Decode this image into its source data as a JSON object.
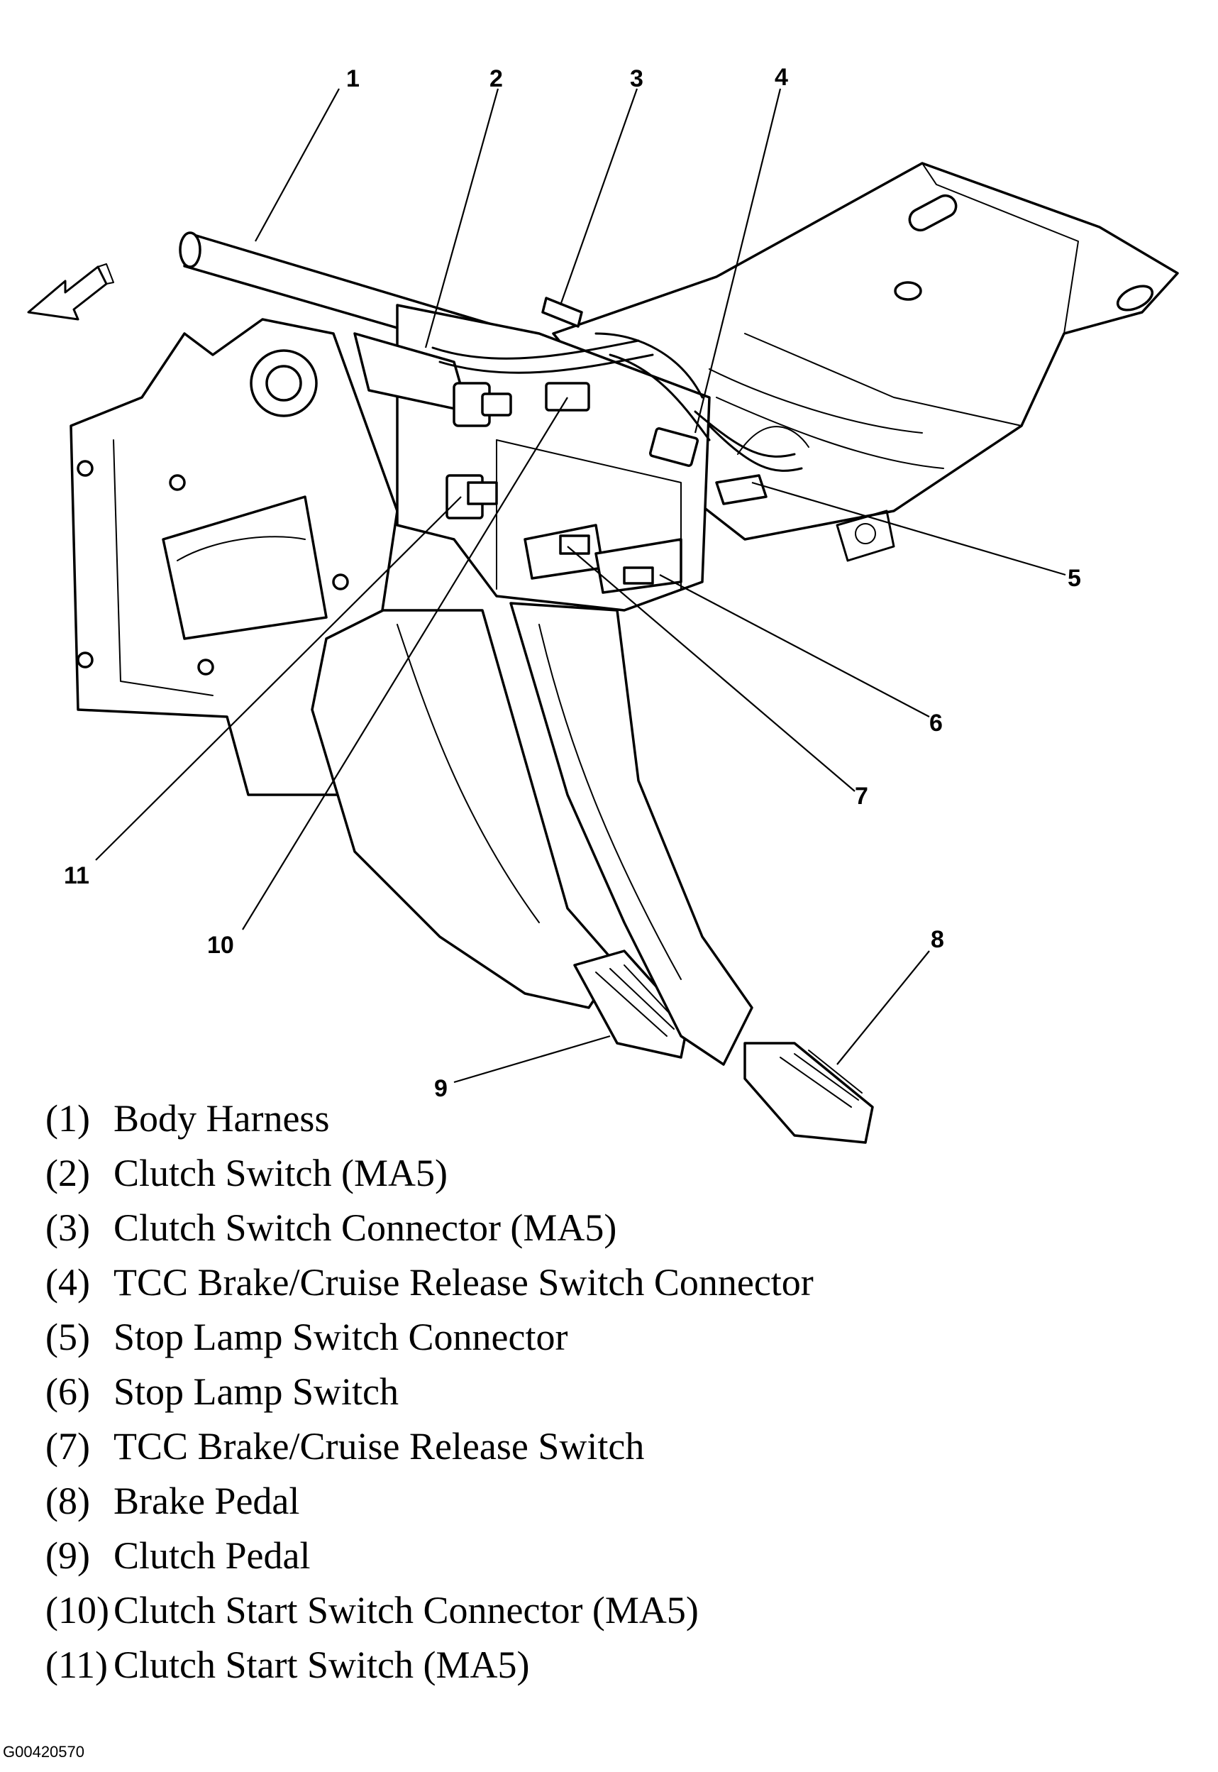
{
  "callouts": [
    "1",
    "2",
    "3",
    "4",
    "5",
    "6",
    "7",
    "8",
    "9",
    "10",
    "11"
  ],
  "legend": [
    {
      "num": "(1)",
      "label": "Body Harness"
    },
    {
      "num": "(2)",
      "label": "Clutch Switch (MA5)"
    },
    {
      "num": "(3)",
      "label": "Clutch Switch Connector (MA5)"
    },
    {
      "num": "(4)",
      "label": "TCC Brake/Cruise Release Switch Connector"
    },
    {
      "num": "(5)",
      "label": "Stop Lamp Switch Connector"
    },
    {
      "num": "(6)",
      "label": "Stop Lamp Switch"
    },
    {
      "num": "(7)",
      "label": "TCC Brake/Cruise Release Switch"
    },
    {
      "num": "(8)",
      "label": "Brake Pedal"
    },
    {
      "num": "(9)",
      "label": "Clutch Pedal"
    },
    {
      "num": "(10)",
      "label": "Clutch Start Switch Connector (MA5)"
    },
    {
      "num": "(11)",
      "label": "Clutch Start Switch (MA5)"
    }
  ],
  "figure_id": "G00420570"
}
